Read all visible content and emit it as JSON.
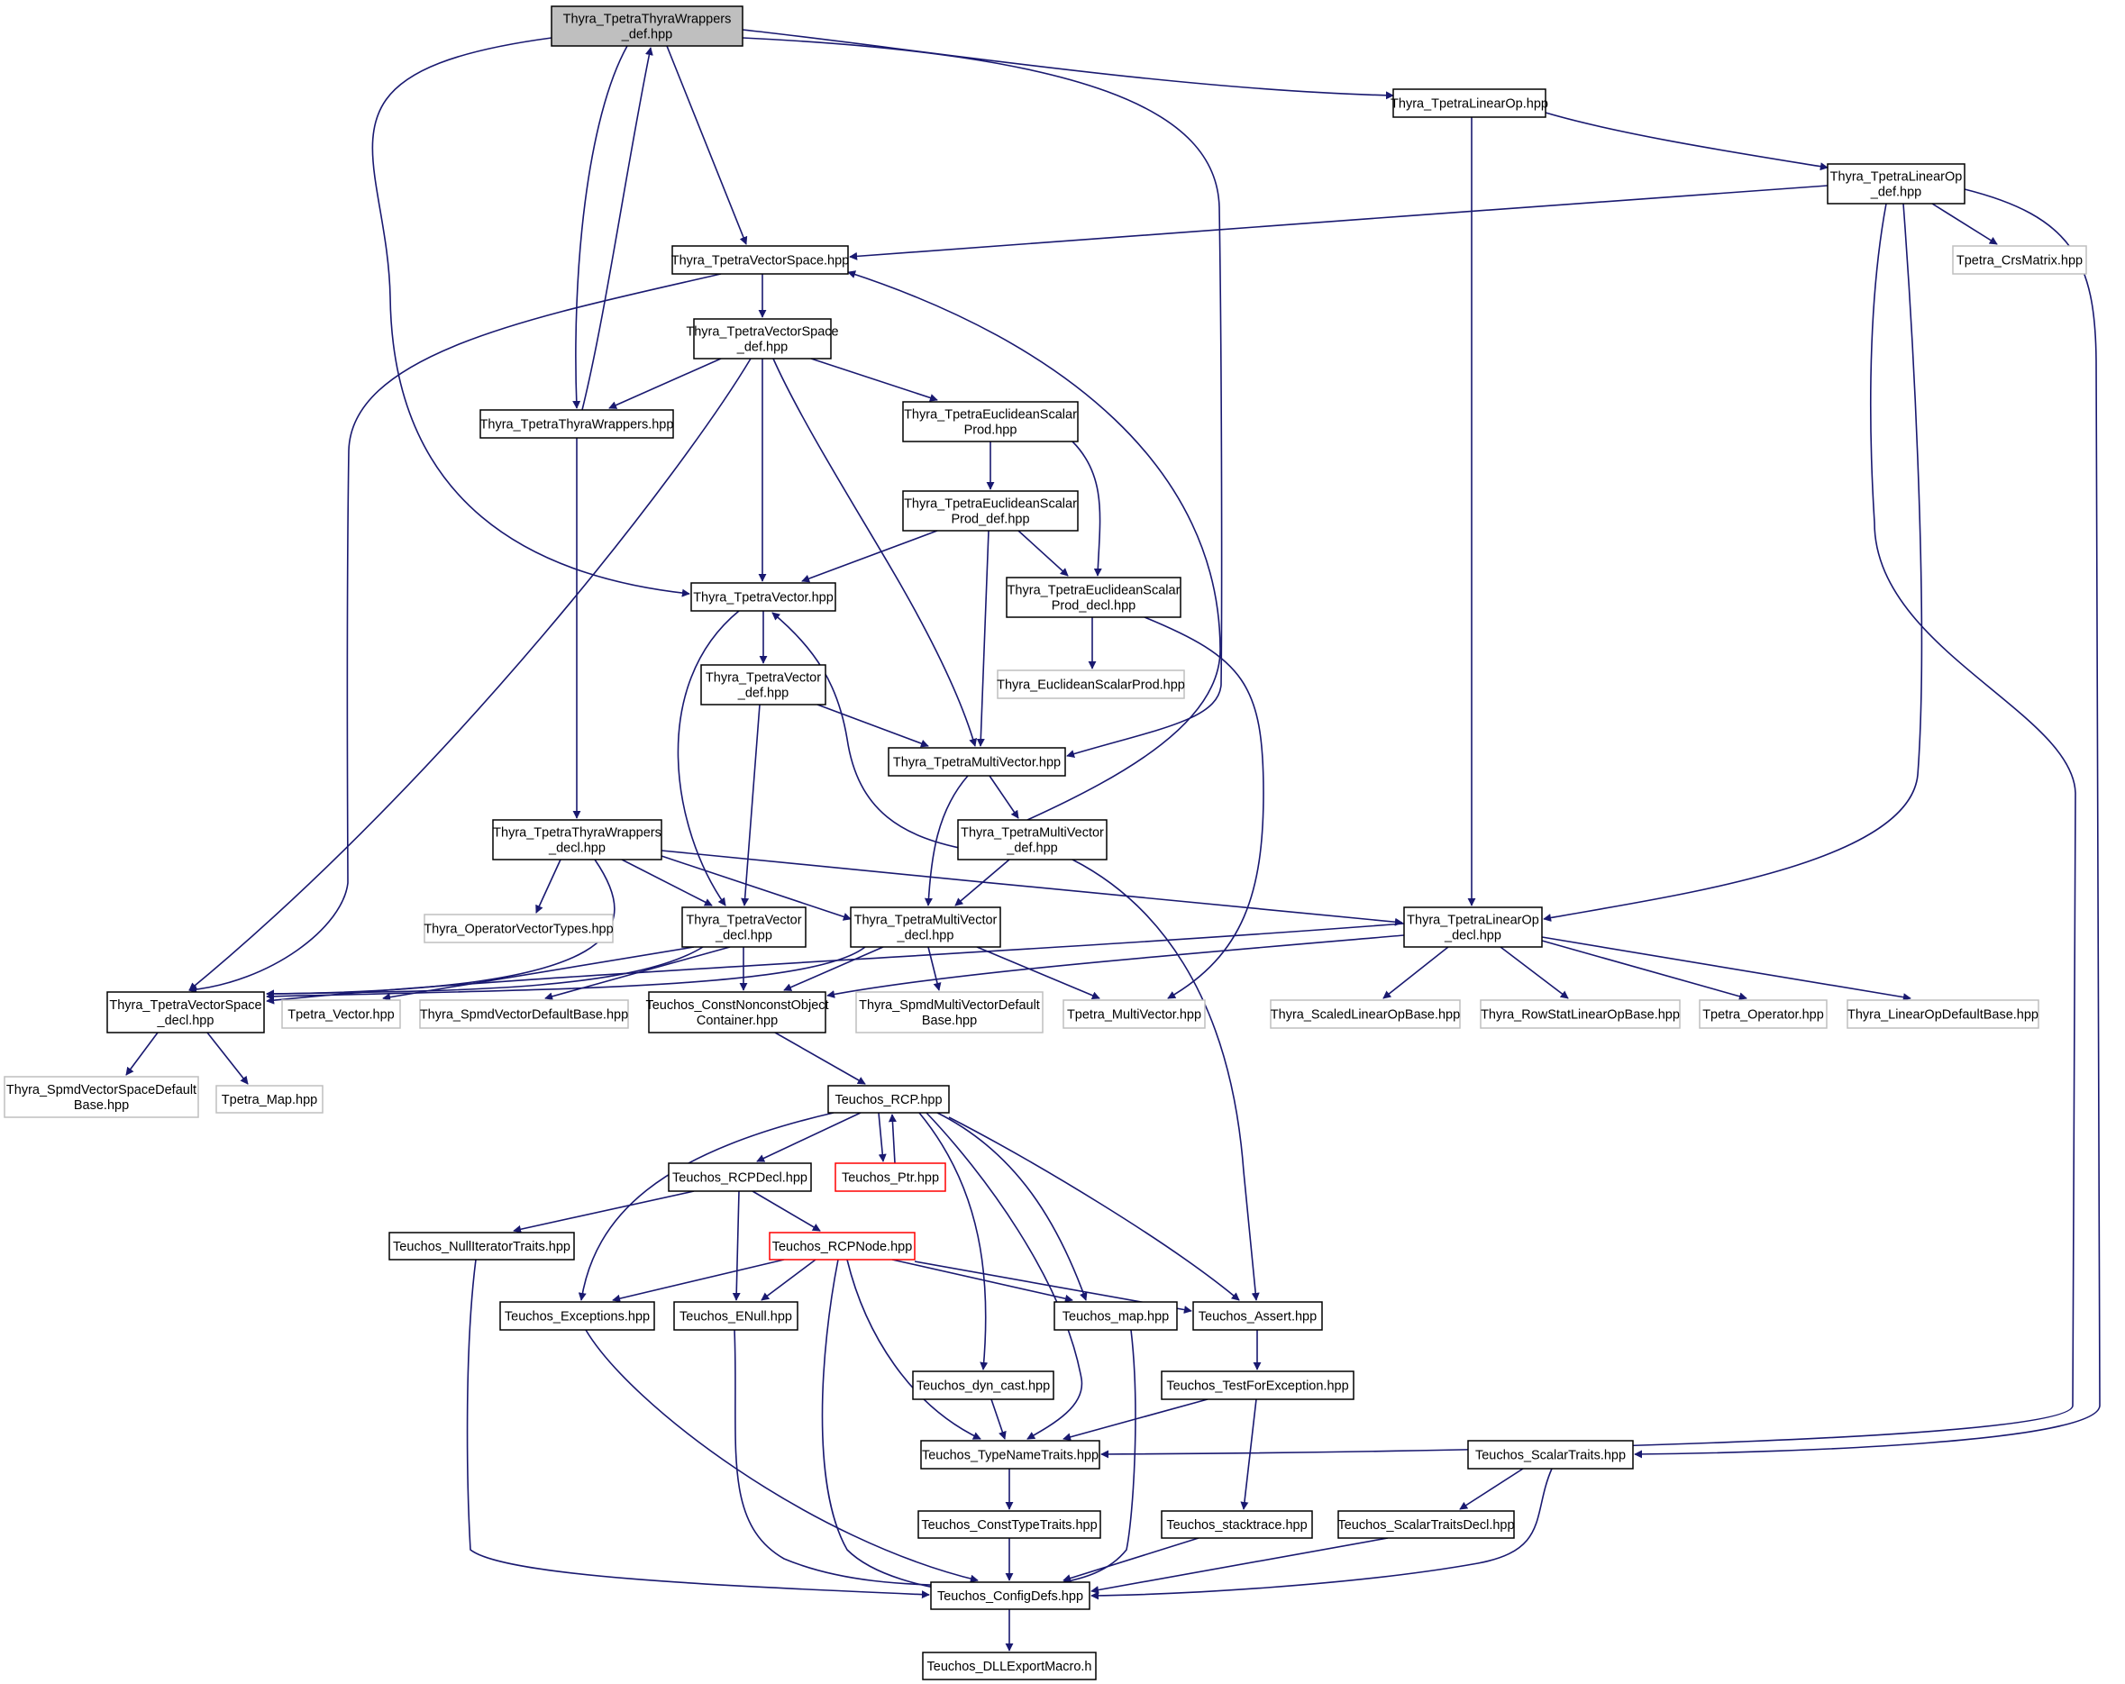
{
  "colors": {
    "edge": "#191970",
    "documented_border": "#000000",
    "undocumented_border": "#bfbfbf",
    "truncated_border": "#ff0000",
    "root_fill": "#bfbfbf",
    "node_fill": "#ffffff"
  },
  "nodes": [
    {
      "id": "root",
      "kind": "root",
      "lines": [
        "Thyra_TpetraThyraWrappers",
        "_def.hpp"
      ]
    },
    {
      "id": "tpetra_linear_op",
      "kind": "documented",
      "lines": [
        "Thyra_TpetraLinearOp.hpp"
      ]
    },
    {
      "id": "tpetra_linear_op_def",
      "kind": "documented",
      "lines": [
        "Thyra_TpetraLinearOp",
        "_def.hpp"
      ]
    },
    {
      "id": "tpetra_crs_matrix",
      "kind": "undocumented",
      "lines": [
        "Tpetra_CrsMatrix.hpp"
      ]
    },
    {
      "id": "vector_space",
      "kind": "documented",
      "lines": [
        "Thyra_TpetraVectorSpace.hpp"
      ]
    },
    {
      "id": "vector_space_def",
      "kind": "documented",
      "lines": [
        "Thyra_TpetraVectorSpace",
        "_def.hpp"
      ]
    },
    {
      "id": "thyra_wrappers",
      "kind": "documented",
      "lines": [
        "Thyra_TpetraThyraWrappers.hpp"
      ]
    },
    {
      "id": "euclidean_prod",
      "kind": "documented",
      "lines": [
        "Thyra_TpetraEuclideanScalar",
        "Prod.hpp"
      ]
    },
    {
      "id": "euclidean_prod_def",
      "kind": "documented",
      "lines": [
        "Thyra_TpetraEuclideanScalar",
        "Prod_def.hpp"
      ]
    },
    {
      "id": "euclidean_prod_decl",
      "kind": "documented",
      "lines": [
        "Thyra_TpetraEuclideanScalar",
        "Prod_decl.hpp"
      ]
    },
    {
      "id": "thyra_euclidean_prod",
      "kind": "undocumented",
      "lines": [
        "Thyra_EuclideanScalarProd.hpp"
      ]
    },
    {
      "id": "tpetra_vector",
      "kind": "documented",
      "lines": [
        "Thyra_TpetraVector.hpp"
      ]
    },
    {
      "id": "tpetra_vector_def",
      "kind": "documented",
      "lines": [
        "Thyra_TpetraVector",
        "_def.hpp"
      ]
    },
    {
      "id": "multivector",
      "kind": "documented",
      "lines": [
        "Thyra_TpetraMultiVector.hpp"
      ]
    },
    {
      "id": "multivector_def",
      "kind": "documented",
      "lines": [
        "Thyra_TpetraMultiVector",
        "_def.hpp"
      ]
    },
    {
      "id": "thyra_wrappers_decl",
      "kind": "documented",
      "lines": [
        "Thyra_TpetraThyraWrappers",
        "_decl.hpp"
      ]
    },
    {
      "id": "operator_vector_types",
      "kind": "undocumented",
      "lines": [
        "Thyra_OperatorVectorTypes.hpp"
      ]
    },
    {
      "id": "tpetra_vector_decl",
      "kind": "documented",
      "lines": [
        "Thyra_TpetraVector",
        "_decl.hpp"
      ]
    },
    {
      "id": "multivector_decl",
      "kind": "documented",
      "lines": [
        "Thyra_TpetraMultiVector",
        "_decl.hpp"
      ]
    },
    {
      "id": "linear_op_decl",
      "kind": "documented",
      "lines": [
        "Thyra_TpetraLinearOp",
        "_decl.hpp"
      ]
    },
    {
      "id": "vector_space_decl",
      "kind": "documented",
      "lines": [
        "Thyra_TpetraVectorSpace",
        "_decl.hpp"
      ]
    },
    {
      "id": "tpetra_vector_hpp",
      "kind": "undocumented",
      "lines": [
        "Tpetra_Vector.hpp"
      ]
    },
    {
      "id": "spmd_vector_default",
      "kind": "undocumented",
      "lines": [
        "Thyra_SpmdVectorDefaultBase.hpp"
      ]
    },
    {
      "id": "const_nonconst",
      "kind": "documented",
      "lines": [
        "Teuchos_ConstNonconstObject",
        "Container.hpp"
      ]
    },
    {
      "id": "spmd_multivector_default",
      "kind": "undocumented",
      "lines": [
        "Thyra_SpmdMultiVectorDefault",
        "Base.hpp"
      ]
    },
    {
      "id": "tpetra_multivector_hpp",
      "kind": "undocumented",
      "lines": [
        "Tpetra_MultiVector.hpp"
      ]
    },
    {
      "id": "scaled_linear_op",
      "kind": "undocumented",
      "lines": [
        "Thyra_ScaledLinearOpBase.hpp"
      ]
    },
    {
      "id": "row_stat_linear_op",
      "kind": "undocumented",
      "lines": [
        "Thyra_RowStatLinearOpBase.hpp"
      ]
    },
    {
      "id": "tpetra_operator",
      "kind": "undocumented",
      "lines": [
        "Tpetra_Operator.hpp"
      ]
    },
    {
      "id": "linear_op_default",
      "kind": "undocumented",
      "lines": [
        "Thyra_LinearOpDefaultBase.hpp"
      ]
    },
    {
      "id": "spmd_vector_space_default",
      "kind": "undocumented",
      "lines": [
        "Thyra_SpmdVectorSpaceDefault",
        "Base.hpp"
      ]
    },
    {
      "id": "tpetra_map",
      "kind": "undocumented",
      "lines": [
        "Tpetra_Map.hpp"
      ]
    },
    {
      "id": "teuchos_rcp",
      "kind": "documented",
      "lines": [
        "Teuchos_RCP.hpp"
      ]
    },
    {
      "id": "teuchos_rcp_decl",
      "kind": "documented",
      "lines": [
        "Teuchos_RCPDecl.hpp"
      ]
    },
    {
      "id": "teuchos_ptr",
      "kind": "truncated",
      "lines": [
        "Teuchos_Ptr.hpp"
      ]
    },
    {
      "id": "teuchos_null_iterator",
      "kind": "documented",
      "lines": [
        "Teuchos_NullIteratorTraits.hpp"
      ]
    },
    {
      "id": "teuchos_rcp_node",
      "kind": "truncated",
      "lines": [
        "Teuchos_RCPNode.hpp"
      ]
    },
    {
      "id": "teuchos_exceptions",
      "kind": "documented",
      "lines": [
        "Teuchos_Exceptions.hpp"
      ]
    },
    {
      "id": "teuchos_enull",
      "kind": "documented",
      "lines": [
        "Teuchos_ENull.hpp"
      ]
    },
    {
      "id": "teuchos_map",
      "kind": "documented",
      "lines": [
        "Teuchos_map.hpp"
      ]
    },
    {
      "id": "teuchos_assert",
      "kind": "documented",
      "lines": [
        "Teuchos_Assert.hpp"
      ]
    },
    {
      "id": "teuchos_dyn_cast",
      "kind": "documented",
      "lines": [
        "Teuchos_dyn_cast.hpp"
      ]
    },
    {
      "id": "teuchos_test_for_exception",
      "kind": "documented",
      "lines": [
        "Teuchos_TestForException.hpp"
      ]
    },
    {
      "id": "teuchos_type_name_traits",
      "kind": "documented",
      "lines": [
        "Teuchos_TypeNameTraits.hpp"
      ]
    },
    {
      "id": "teuchos_scalar_traits",
      "kind": "documented",
      "lines": [
        "Teuchos_ScalarTraits.hpp"
      ]
    },
    {
      "id": "teuchos_const_type_traits",
      "kind": "documented",
      "lines": [
        "Teuchos_ConstTypeTraits.hpp"
      ]
    },
    {
      "id": "teuchos_stacktrace",
      "kind": "documented",
      "lines": [
        "Teuchos_stacktrace.hpp"
      ]
    },
    {
      "id": "teuchos_scalar_traits_decl",
      "kind": "documented",
      "lines": [
        "Teuchos_ScalarTraitsDecl.hpp"
      ]
    },
    {
      "id": "teuchos_config_defs",
      "kind": "documented",
      "lines": [
        "Teuchos_ConfigDefs.hpp"
      ]
    },
    {
      "id": "teuchos_dll_export",
      "kind": "documented",
      "lines": [
        "Teuchos_DLLExportMacro.h"
      ]
    }
  ]
}
